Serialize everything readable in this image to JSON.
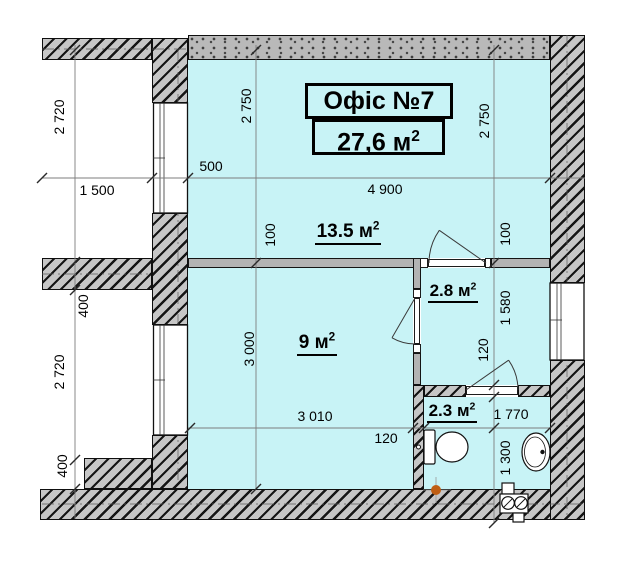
{
  "plan": {
    "title_line1": "Офіс №7",
    "title_area": "27,6 м",
    "title_area_sup": "2",
    "rooms": {
      "main": {
        "label": "13.5 м",
        "sup": "2"
      },
      "second": {
        "label": "9 м",
        "sup": "2"
      },
      "hall": {
        "label": "2.8 м",
        "sup": "2"
      },
      "bath": {
        "label": "2.3 м",
        "sup": "2"
      }
    },
    "dims": {
      "d1500": "1 500",
      "d500": "500",
      "d4900": "4 900",
      "d2720_top": "2 720",
      "d400_top": "400",
      "d2720_bot": "2 720",
      "d400_bot": "400",
      "d2750_left": "2 750",
      "d100_left": "100",
      "d3000": "3 000",
      "d2750_right": "2 750",
      "d100_right": "100",
      "d1580": "1 580",
      "d120_right": "120",
      "d1300": "1 300",
      "d3010": "3 010",
      "d120_bot": "120",
      "d1770": "1 770"
    },
    "symbols": [
      "toilet",
      "sink",
      "riser-shaft",
      "riser-point",
      "window",
      "door-swing"
    ],
    "colors": {
      "room_fill": "#c8f3f6",
      "wall_fill": "#c6c6c6",
      "stipple_fill": "#b9b9b9",
      "riser_dot": "#bf5e13",
      "line_color": "#000000"
    }
  }
}
